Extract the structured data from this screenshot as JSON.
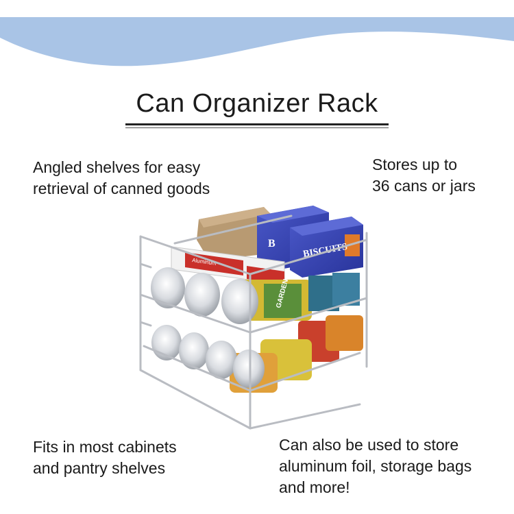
{
  "title": "Can Organizer Rack",
  "captions": {
    "top_left": [
      "Angled shelves for easy",
      "retrieval of canned goods"
    ],
    "top_right": [
      "Stores up to",
      "36 cans or jars"
    ],
    "bottom_left": [
      "Fits in most cabinets",
      "and pantry shelves"
    ],
    "bottom_right": [
      "Can also be used to store",
      "aluminum foil, storage bags",
      "and more!"
    ]
  },
  "product_labels": {
    "box_brand": "BISCUITS",
    "foil_label": "Aluminum",
    "can_label": "GARDEN"
  },
  "colors": {
    "banner": "#a9c4e6",
    "rack_wire": "#b9bcc2",
    "box_blue": "#3a48b8",
    "foil_red": "#c9302a"
  }
}
